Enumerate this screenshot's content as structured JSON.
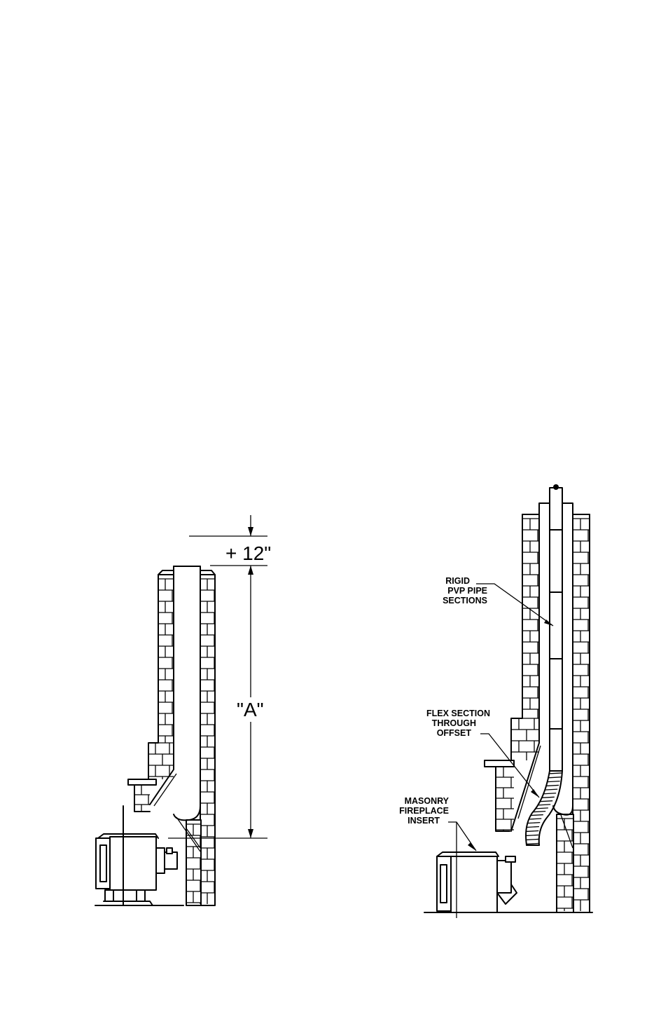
{
  "diagram": {
    "left_figure": {
      "dimension_top": "+ 12\"",
      "dimension_height": "\"A\""
    },
    "right_figure": {
      "callout_rigid": [
        "RIGID",
        "PVP PIPE",
        "SECTIONS"
      ],
      "callout_flex": [
        "FLEX SECTION",
        "THROUGH",
        "OFFSET"
      ],
      "callout_insert": [
        "MASONRY",
        "FIREPLACE",
        "INSERT"
      ]
    }
  }
}
